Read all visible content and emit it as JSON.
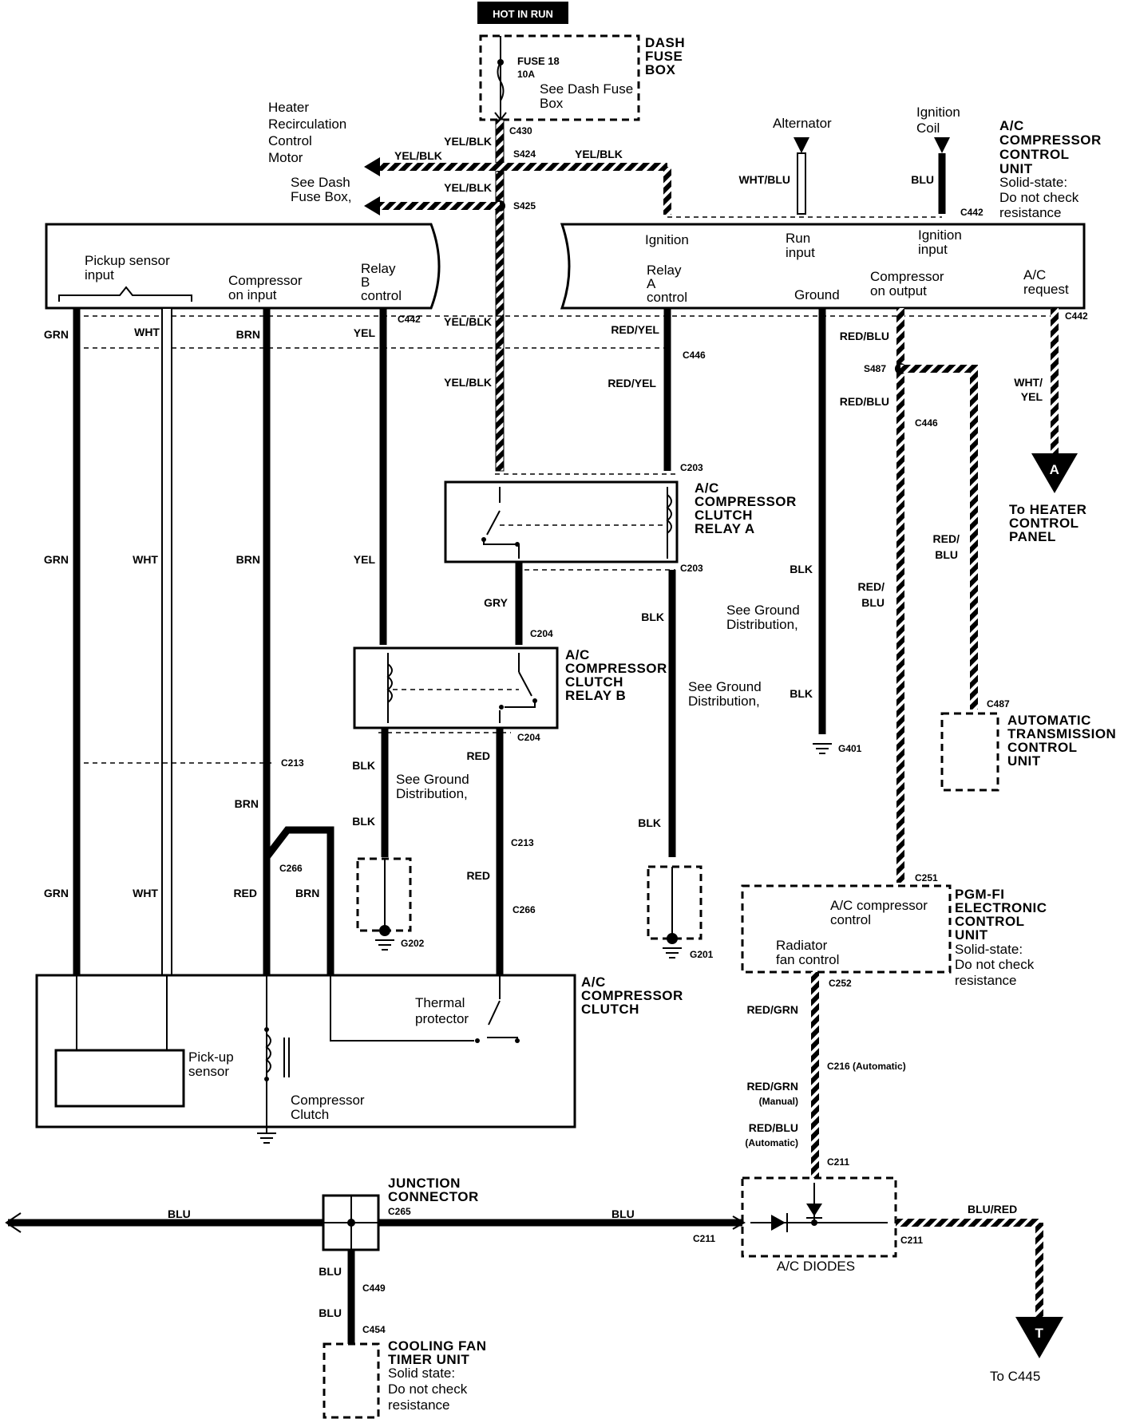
{
  "banner": "HOT IN RUN",
  "dash_fuse_box": {
    "title": [
      "DASH",
      "FUSE",
      "BOX"
    ],
    "fuse": "FUSE 18",
    "rating": "10A",
    "note": [
      "See Dash Fuse",
      "Box"
    ]
  },
  "heater_motor": [
    "Heater",
    "Recirculation",
    "Control",
    "Motor"
  ],
  "see_dash_fuse": [
    "See Dash",
    "Fuse Box,"
  ],
  "alternator": "Alternator",
  "ignition_coil": [
    "Ignition",
    "Coil"
  ],
  "control_unit": {
    "title": [
      "A/C",
      "COMPRESSOR",
      "CONTROL",
      "UNIT"
    ],
    "note": [
      "Solid-state:",
      "Do not check",
      "resistance"
    ],
    "pins": {
      "ignition": "Ignition",
      "run_input": [
        "Run",
        "input"
      ],
      "ignition_input": [
        "Ignition",
        "input"
      ],
      "relay_a": [
        "Relay",
        "A",
        "control"
      ],
      "ground": "Ground",
      "compressor_on_output": [
        "Compressor",
        "on output"
      ],
      "ac_request": [
        "A/C",
        "request"
      ]
    }
  },
  "left_unit": {
    "pickup": [
      "Pickup sensor",
      "input"
    ],
    "compressor_on": [
      "Compressor",
      "on input"
    ],
    "relay_b": [
      "Relay",
      "B",
      "control"
    ]
  },
  "wires": {
    "grn": "GRN",
    "wht": "WHT",
    "brn": "BRN",
    "yel": "YEL",
    "red": "RED",
    "blk": "BLK",
    "gry": "GRY",
    "blu": "BLU",
    "yel_blk": "YEL/BLK",
    "red_yel": "RED/YEL",
    "red_blu": "RED/BLU",
    "wht_blu": "WHT/BLU",
    "wht_yel": [
      "WHT/",
      "YEL"
    ],
    "red_blu_split": [
      "RED/",
      "BLU"
    ],
    "red_grn": "RED/GRN",
    "blu_red": "BLU/RED",
    "red_grn_manual": [
      "RED/GRN",
      "(Manual)"
    ],
    "red_blu_auto": [
      "RED/BLU",
      "(Automatic)"
    ]
  },
  "connectors": {
    "c430": "C430",
    "s424": "S424",
    "s425": "S425",
    "c442": "C442",
    "c446": "C446",
    "s487": "S487",
    "c203": "C203",
    "c204": "C204",
    "c213": "C213",
    "c266": "C266",
    "c487": "C487",
    "g401": "G401",
    "g202": "G202",
    "g201": "G201",
    "c251": "C251",
    "c252": "C252",
    "c216": "C216 (Automatic)",
    "c211": "C211",
    "c265": "C265",
    "c449": "C449",
    "c454": "C454"
  },
  "relay_a": [
    "A/C",
    "COMPRESSOR",
    "CLUTCH",
    "RELAY A"
  ],
  "relay_b": [
    "A/C",
    "COMPRESSOR",
    "CLUTCH",
    "RELAY B"
  ],
  "ground_dist": [
    "See Ground",
    "Distribution,"
  ],
  "to_heater": [
    "To HEATER",
    "CONTROL",
    "PANEL"
  ],
  "atcu": [
    "AUTOMATIC",
    "TRANSMISSION",
    "CONTROL",
    "UNIT"
  ],
  "pgmfi": {
    "title": [
      "PGM-FI",
      "ELECTRONIC",
      "CONTROL",
      "UNIT"
    ],
    "note": [
      "Solid-state:",
      "Do not check",
      "resistance"
    ],
    "ac_control": [
      "A/C compressor",
      "control"
    ],
    "fan_control": [
      "Radiator",
      "fan control"
    ]
  },
  "clutch": {
    "title": [
      "A/C",
      "COMPRESSOR",
      "CLUTCH"
    ],
    "thermal": [
      "Thermal",
      "protector"
    ],
    "pickup": [
      "Pick-up",
      "sensor"
    ],
    "coil": [
      "Compressor",
      "Clutch"
    ]
  },
  "junction": [
    "JUNCTION",
    "CONNECTOR"
  ],
  "diodes": "A/C DIODES",
  "cooling_fan": {
    "title": [
      "COOLING FAN",
      "TIMER UNIT"
    ],
    "note": [
      "Solid state:",
      "Do not check",
      "resistance"
    ]
  },
  "to_c445": "To C445",
  "markers": {
    "a": "A",
    "t": "T"
  }
}
